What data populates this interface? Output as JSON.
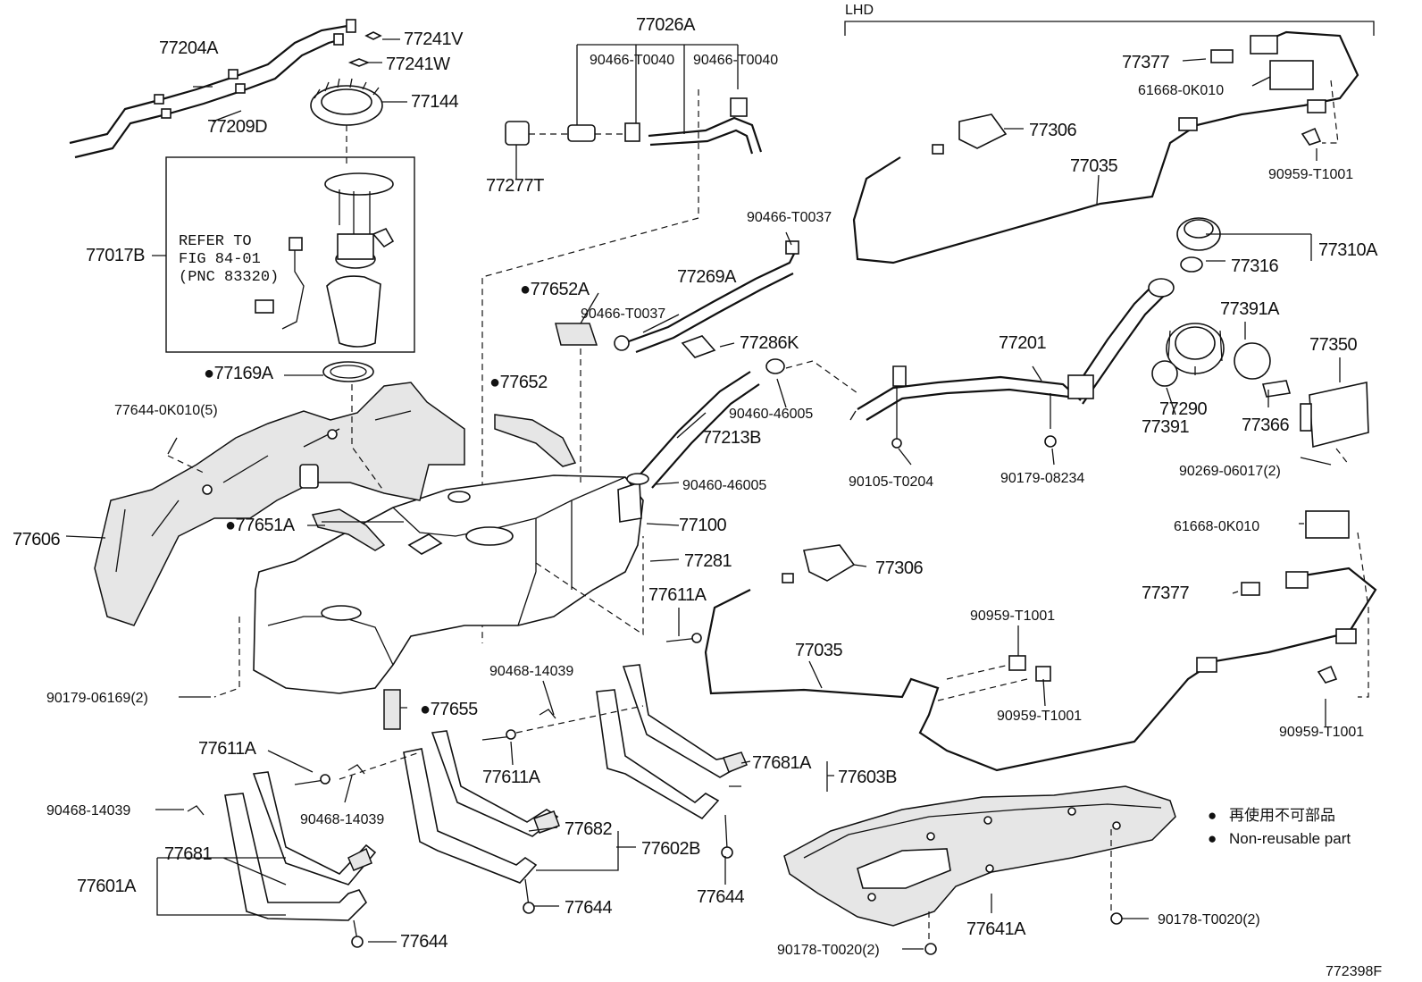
{
  "diagram": {
    "drawing_number": "772398F",
    "lhd_label": "LHD",
    "note_block": [
      "REFER TO",
      "FIG 84-01",
      "(PNC 83320)"
    ],
    "legend": {
      "symbol": "●",
      "line1": "再使用不可部品",
      "line2": "Non-reusable part"
    },
    "labels": {
      "p77204A": "77204A",
      "p77241V": "77241V",
      "p77241W": "77241W",
      "p77144": "77144",
      "p77209D": "77209D",
      "p77017B": "77017B",
      "p77026A": "77026A",
      "p90466_T0040_a": "90466-T0040",
      "p90466_T0040_b": "90466-T0040",
      "p77277T": "77277T",
      "p77377_a": "77377",
      "p61668_0K010_a": "61668-0K010",
      "p77306_a": "77306",
      "p77035_a": "77035",
      "p90959_T1001_a": "90959-T1001",
      "p90466_T0037_a": "90466-T0037",
      "p77310A": "77310A",
      "p77316": "77316",
      "p77652A": "●77652A",
      "p77269A": "77269A",
      "p90466_T0037_b": "90466-T0037",
      "p77286K": "77286K",
      "p77391A": "77391A",
      "p77201": "77201",
      "p77350": "77350",
      "p77169A": "●77169A",
      "p77652": "●77652",
      "p77391": "77391",
      "p77290": "77290",
      "p77366": "77366",
      "p90460_46005_a": "90460-46005",
      "p77644_0K010": "77644-0K010(5)",
      "p77213B": "77213B",
      "p90105_T0204": "90105-T0204",
      "p90179_08234": "90179-08234",
      "p90269_06017": "90269-06017(2)",
      "p90460_46005_b": "90460-46005",
      "p77100": "77100",
      "p61668_0K010_b": "61668-0K010",
      "p77651A": "●77651A",
      "p77606": "77606",
      "p77281": "77281",
      "p77306_b": "77306",
      "p77377_b": "77377",
      "p77611A_a": "77611A",
      "p90959_T1001_b": "90959-T1001",
      "p77035_b": "77035",
      "p90468_14039_a": "90468-14039",
      "p90179_06169": "90179-06169(2)",
      "p77655": "●77655",
      "p90959_T1001_c": "90959-T1001",
      "p90959_T1001_d": "90959-T1001",
      "p77611A_b": "77611A",
      "p77611A_c": "77611A",
      "p77681A": "77681A",
      "p77603B": "77603B",
      "p90468_14039_b": "90468-14039",
      "p90468_14039_c": "90468-14039",
      "p77682": "77682",
      "p77602B": "77602B",
      "p77681": "77681",
      "p77601A": "77601A",
      "p77644_a": "77644",
      "p77644_b": "77644",
      "p77644_c": "77644",
      "p77641A": "77641A",
      "p90178_T0020_a": "90178-T0020(2)",
      "p90178_T0020_b": "90178-T0020(2)"
    }
  }
}
